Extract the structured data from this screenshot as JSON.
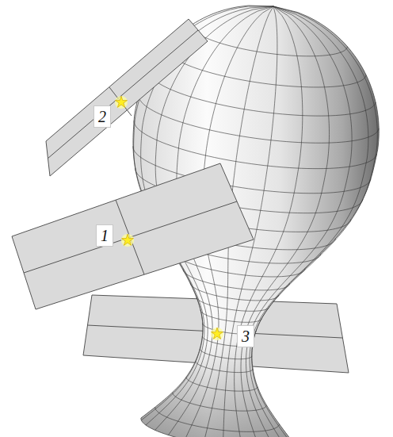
{
  "diagram": {
    "labels": [
      "2",
      "1",
      "3"
    ]
  }
}
